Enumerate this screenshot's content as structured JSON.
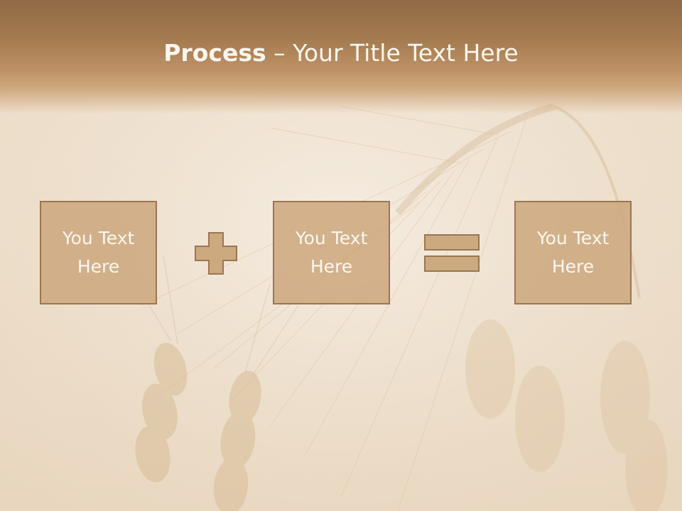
{
  "slide": {
    "title_bold": "Process",
    "title_rest": " – Your Title Text Here",
    "boxes": [
      {
        "text": "You Text Here"
      },
      {
        "text": "You Text Here"
      },
      {
        "text": "You Text Here"
      }
    ],
    "operators": [
      "plus",
      "equals"
    ]
  },
  "colors": {
    "title_band": "#a77d52",
    "box_fill": "#cda980",
    "box_border": "#9a7653",
    "text": "#fbf6ef",
    "background": "#efe3d3"
  },
  "icons": [
    "plus-icon",
    "equals-icon"
  ]
}
